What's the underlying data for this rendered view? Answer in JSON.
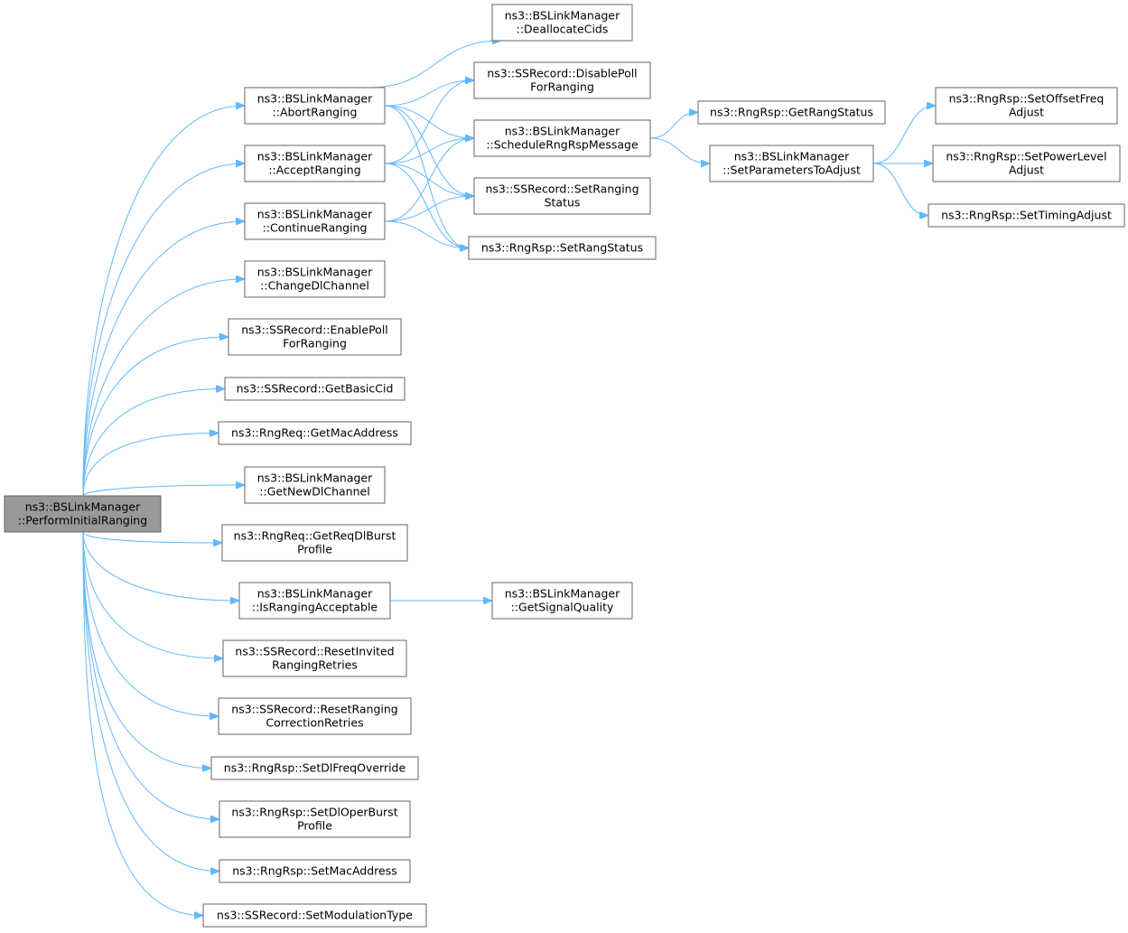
{
  "nodes": [
    {
      "id": "root",
      "lines": [
        "ns3::BSLinkManager",
        "::PerformInitialRanging"
      ],
      "highlight": true
    },
    {
      "id": "abort",
      "lines": [
        "ns3::BSLinkManager",
        "::AbortRanging"
      ]
    },
    {
      "id": "accept",
      "lines": [
        "ns3::BSLinkManager",
        "::AcceptRanging"
      ]
    },
    {
      "id": "continue",
      "lines": [
        "ns3::BSLinkManager",
        "::ContinueRanging"
      ]
    },
    {
      "id": "changedl",
      "lines": [
        "ns3::BSLinkManager",
        "::ChangeDlChannel"
      ]
    },
    {
      "id": "enablepoll",
      "lines": [
        "ns3::SSRecord::EnablePoll",
        "ForRanging"
      ]
    },
    {
      "id": "basiccid",
      "lines": [
        "ns3::SSRecord::GetBasicCid"
      ]
    },
    {
      "id": "getmac",
      "lines": [
        "ns3::RngReq::GetMacAddress"
      ]
    },
    {
      "id": "newdl",
      "lines": [
        "ns3::BSLinkManager",
        "::GetNewDlChannel"
      ]
    },
    {
      "id": "reqdl",
      "lines": [
        "ns3::RngReq::GetReqDlBurst",
        "Profile"
      ]
    },
    {
      "id": "isacc",
      "lines": [
        "ns3::BSLinkManager",
        "::IsRangingAcceptable"
      ]
    },
    {
      "id": "resetinv",
      "lines": [
        "ns3::SSRecord::ResetInvited",
        "RangingRetries"
      ]
    },
    {
      "id": "resetcorr",
      "lines": [
        "ns3::SSRecord::ResetRanging",
        "CorrectionRetries"
      ]
    },
    {
      "id": "dlfreq",
      "lines": [
        "ns3::RngRsp::SetDlFreqOverride"
      ]
    },
    {
      "id": "dloper",
      "lines": [
        "ns3::RngRsp::SetDlOperBurst",
        "Profile"
      ]
    },
    {
      "id": "setmac",
      "lines": [
        "ns3::RngRsp::SetMacAddress"
      ]
    },
    {
      "id": "modtype",
      "lines": [
        "ns3::SSRecord::SetModulationType"
      ]
    },
    {
      "id": "dealloc",
      "lines": [
        "ns3::BSLinkManager",
        "::DeallocateCids"
      ]
    },
    {
      "id": "disablepoll",
      "lines": [
        "ns3::SSRecord::DisablePoll",
        "ForRanging"
      ]
    },
    {
      "id": "schedule",
      "lines": [
        "ns3::BSLinkManager",
        "::ScheduleRngRspMessage"
      ]
    },
    {
      "id": "setrangstat",
      "lines": [
        "ns3::SSRecord::SetRanging",
        "Status"
      ]
    },
    {
      "id": "rsprangstat",
      "lines": [
        "ns3::RngRsp::SetRangStatus"
      ]
    },
    {
      "id": "signal",
      "lines": [
        "ns3::BSLinkManager",
        "::GetSignalQuality"
      ]
    },
    {
      "id": "getrangstat",
      "lines": [
        "ns3::RngRsp::GetRangStatus"
      ]
    },
    {
      "id": "setparams",
      "lines": [
        "ns3::BSLinkManager",
        "::SetParametersToAdjust"
      ]
    },
    {
      "id": "offset",
      "lines": [
        "ns3::RngRsp::SetOffsetFreq",
        "Adjust"
      ]
    },
    {
      "id": "power",
      "lines": [
        "ns3::RngRsp::SetPowerLevel",
        "Adjust"
      ]
    },
    {
      "id": "timing",
      "lines": [
        "ns3::RngRsp::SetTimingAdjust"
      ]
    }
  ],
  "edges": [
    [
      "root",
      "abort"
    ],
    [
      "root",
      "accept"
    ],
    [
      "root",
      "continue"
    ],
    [
      "root",
      "changedl"
    ],
    [
      "root",
      "enablepoll"
    ],
    [
      "root",
      "basiccid"
    ],
    [
      "root",
      "getmac"
    ],
    [
      "root",
      "newdl"
    ],
    [
      "root",
      "reqdl"
    ],
    [
      "root",
      "isacc"
    ],
    [
      "root",
      "resetinv"
    ],
    [
      "root",
      "resetcorr"
    ],
    [
      "root",
      "dlfreq"
    ],
    [
      "root",
      "dloper"
    ],
    [
      "root",
      "setmac"
    ],
    [
      "root",
      "modtype"
    ],
    [
      "abort",
      "dealloc"
    ],
    [
      "abort",
      "disablepoll"
    ],
    [
      "abort",
      "schedule"
    ],
    [
      "abort",
      "setrangstat"
    ],
    [
      "abort",
      "rsprangstat"
    ],
    [
      "accept",
      "schedule"
    ],
    [
      "accept",
      "setrangstat"
    ],
    [
      "accept",
      "rsprangstat"
    ],
    [
      "accept",
      "disablepoll"
    ],
    [
      "continue",
      "schedule"
    ],
    [
      "continue",
      "setrangstat"
    ],
    [
      "continue",
      "rsprangstat"
    ],
    [
      "isacc",
      "signal"
    ],
    [
      "schedule",
      "getrangstat"
    ],
    [
      "schedule",
      "setparams"
    ],
    [
      "setparams",
      "offset"
    ],
    [
      "setparams",
      "power"
    ],
    [
      "setparams",
      "timing"
    ]
  ]
}
